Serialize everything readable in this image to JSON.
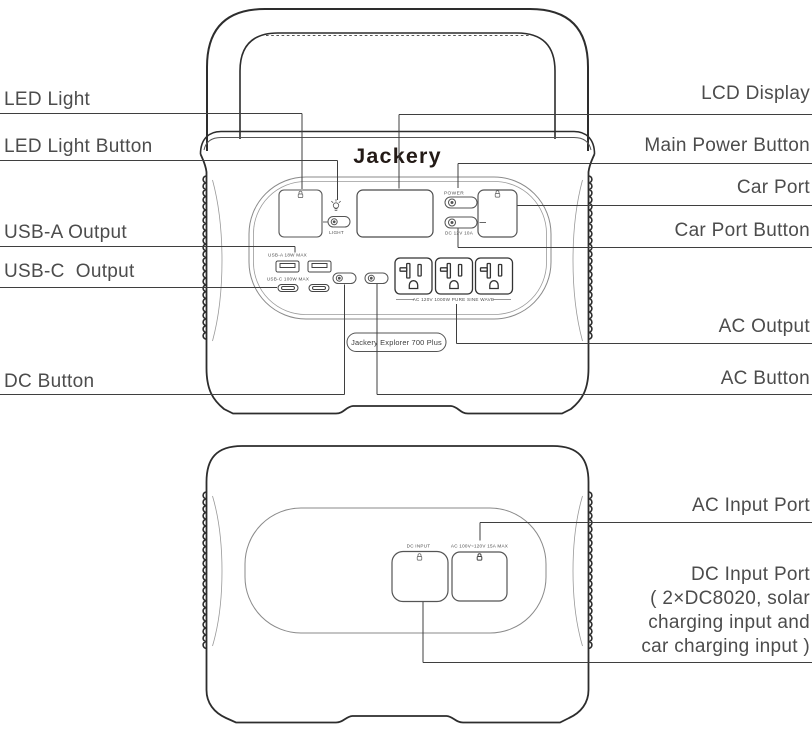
{
  "device": {
    "brand": "Jackery",
    "model_badge": "Jackery Explorer 700 Plus"
  },
  "labels": {
    "led_light": "LED Light",
    "led_light_button": "LED Light Button",
    "usb_a_output": "USB-A Output",
    "usb_c_output": "USB-C  Output",
    "dc_button": "DC Button",
    "lcd_display": "LCD Display",
    "main_power_button": "Main Power Button",
    "car_port": "Car Port",
    "car_port_button": "Car Port Button",
    "ac_output": "AC Output",
    "ac_button": "AC Button",
    "ac_input_port": "AC Input Port",
    "dc_input_port": "DC Input Port\n( 2×DC8020, solar\ncharging input and\ncar charging input )"
  },
  "panel": {
    "power": "POWER",
    "light": "LIGHT",
    "car_port_rating": "DC 12V 10A",
    "usb_a_rating": "USB-A 18W MAX",
    "usb_c_rating": "USB-C 100W MAX",
    "ac_rating": "AC 120V 1000W PURE SINE WAVE"
  },
  "rear_panel": {
    "dc_input": "DC INPUT",
    "ac_input_rating": "AC 100V~120V 15A MAX"
  },
  "colors": {
    "background": "#ffffff",
    "outline": "#2d2d2d",
    "inner_line": "#8a8a8a",
    "component_line": "#555555",
    "leader_line": "#3f3f3f",
    "label_text": "#4c4c4c",
    "logo": "#231a16"
  }
}
